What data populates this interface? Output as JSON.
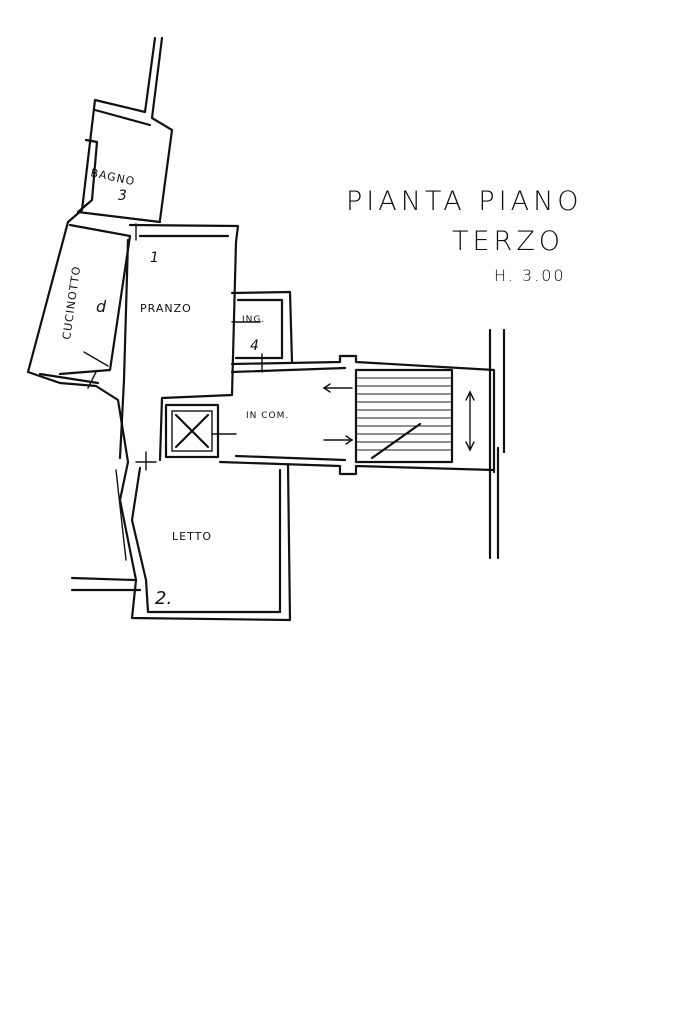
{
  "title": {
    "line1": "PIANTA PIANO",
    "line2": "TERZO",
    "height": "H. 3.00"
  },
  "rooms": {
    "bagno": "BAGNO",
    "cucinotto": "CUCINOTTO",
    "pranzo": "PRANZO",
    "ingresso": "ING.",
    "comune": "IN COM.",
    "letto": "LETTO"
  },
  "annotations": {
    "mark_1": "1",
    "mark_2": "2.",
    "mark_3": "3",
    "mark_4": "4",
    "mark_d": "d"
  }
}
